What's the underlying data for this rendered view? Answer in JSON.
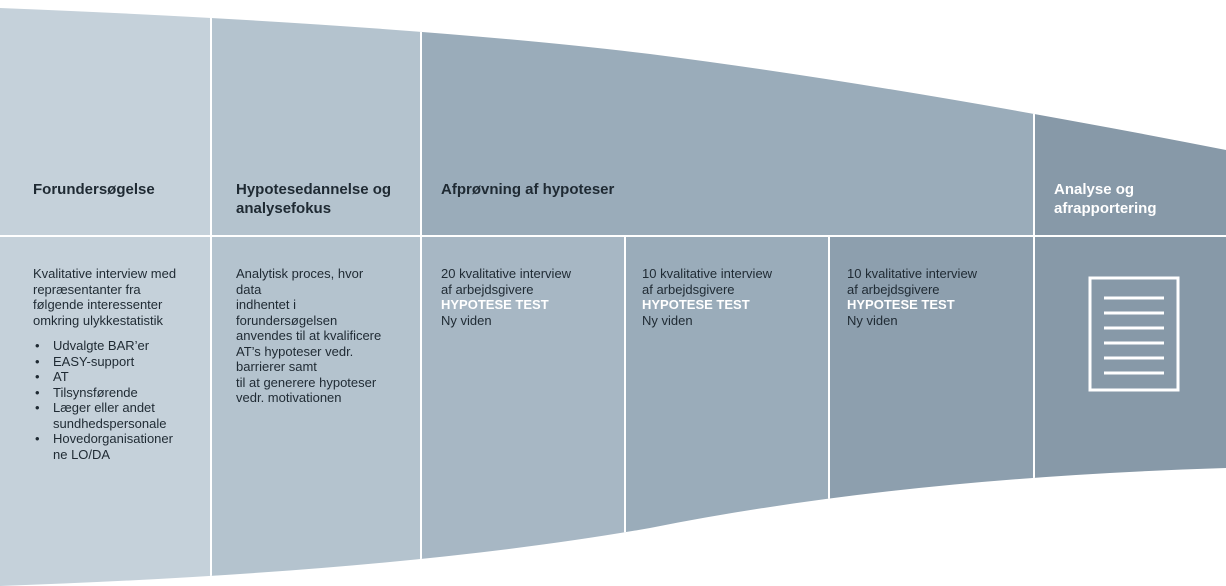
{
  "colors": {
    "col1": "#c5d1da",
    "col2": "#b4c3ce",
    "col3": "#9aacba",
    "col4": "#8799a8",
    "divider": "#ffffff",
    "text": "#1f2a33",
    "highlight": "#ffffff"
  },
  "columns": [
    {
      "heading": [
        "Forundersøgelse"
      ],
      "intro": [
        "Kvalitative interview med",
        "repræsentanter fra",
        "følgende interessenter",
        "omkring ulykkestatistik"
      ],
      "bullets": [
        "Udvalgte BAR’er",
        "EASY-support",
        "AT",
        "Tilsynsførende",
        "Læger eller andet",
        "sundhedspersonale",
        "Hovedorganisationer",
        "ne LO/DA"
      ]
    },
    {
      "heading": [
        "Hypotesedannelse og",
        "analysefokus"
      ],
      "body": [
        "Analytisk proces, hvor",
        "data",
        "indhentet i",
        "forundersøgelsen",
        "anvendes til at kvalificere",
        "AT’s hypoteser vedr.",
        "barrierer samt",
        "til at generere hypoteser",
        "vedr. motivationen"
      ]
    },
    {
      "heading": [
        "Afprøvning af hypoteser"
      ],
      "cells": [
        {
          "line1": "20 kvalitative interview",
          "line2": "af arbejdsgivere",
          "highlight": "HYPOTESE TEST",
          "line3": "Ny viden"
        },
        {
          "line1": "10 kvalitative interview",
          "line2": "af arbejdsgivere",
          "highlight": "HYPOTESE TEST",
          "line3": "Ny viden"
        },
        {
          "line1": "10 kvalitative interview",
          "line2": "af arbejdsgivere",
          "highlight": "HYPOTESE TEST",
          "line3": "Ny viden"
        }
      ]
    },
    {
      "heading": [
        "Analyse og",
        "afrapportering"
      ],
      "icon": "document-icon"
    }
  ]
}
